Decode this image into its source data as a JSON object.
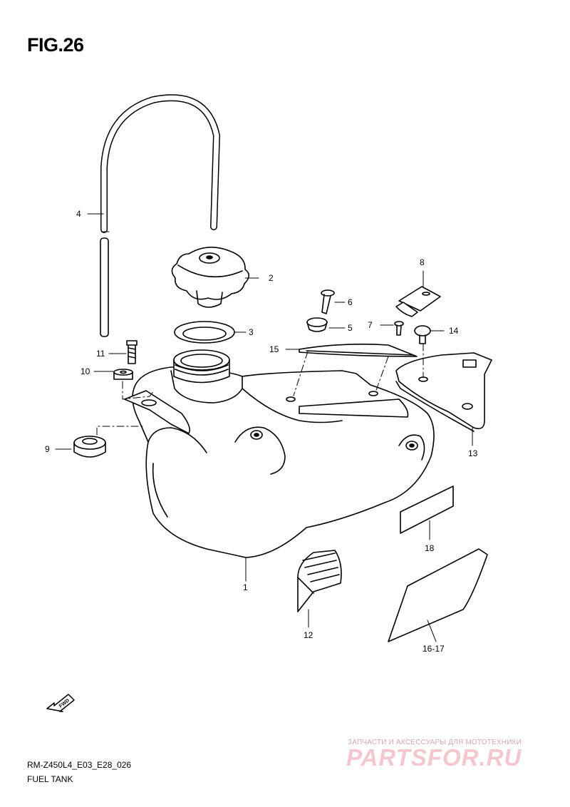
{
  "figure": {
    "title": "FIG.26",
    "code": "RM-Z450L4_E03_E28_026",
    "name": "FUEL TANK"
  },
  "callouts": [
    "1",
    "2",
    "3",
    "4",
    "5",
    "6",
    "7",
    "8",
    "9",
    "10",
    "11",
    "12",
    "13",
    "14",
    "15",
    "16-17",
    "18"
  ],
  "fwd_label": "FWD",
  "watermark": {
    "subtitle": "ЗАПЧАСТИ И АКСЕССУАРЫ ДЛЯ МОТОТЕХНИКИ",
    "brand": "PARTSFOR.RU",
    "color": "#f2c7cd"
  }
}
